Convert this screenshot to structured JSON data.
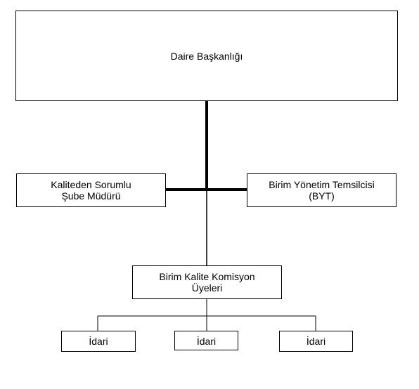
{
  "diagram": {
    "top": {
      "label": "Daire Başkanlığı"
    },
    "left_staff": {
      "label": "Kaliteden Sorumlu\nŞube Müdürü"
    },
    "right_staff": {
      "label": "Birim Yönetim Temsilcisi\n(BYT)"
    },
    "committee": {
      "label": "Birim Kalite Komisyon\nÜyeleri"
    },
    "members": [
      {
        "label": "İdari"
      },
      {
        "label": "İdari"
      },
      {
        "label": "İdari"
      }
    ]
  }
}
